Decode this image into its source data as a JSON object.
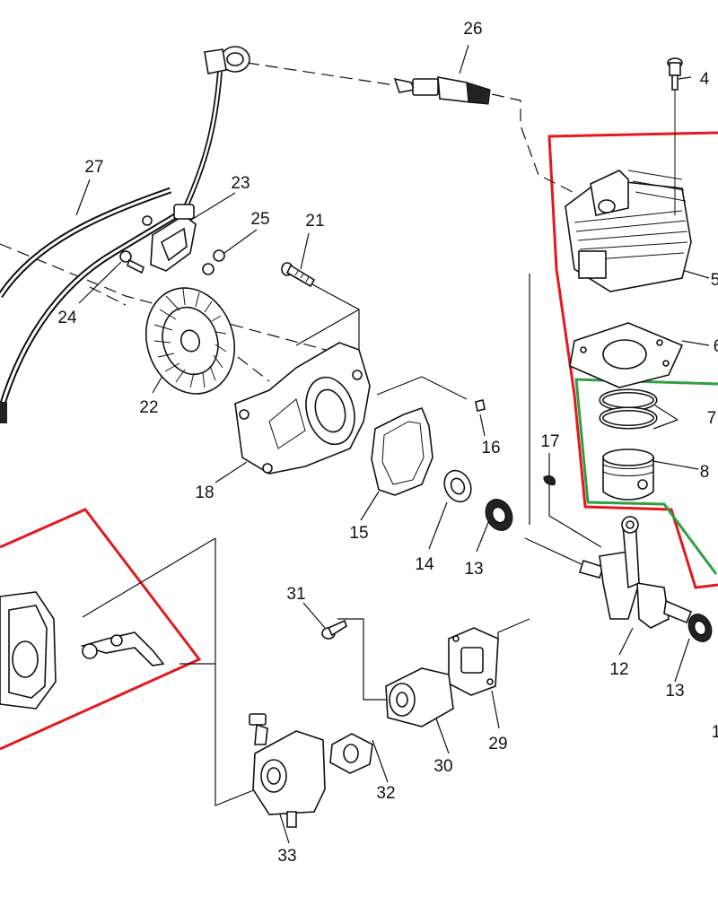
{
  "diagram": {
    "callouts": [
      {
        "id": "c26",
        "text": "26"
      },
      {
        "id": "c27",
        "text": "27"
      },
      {
        "id": "c23",
        "text": "23"
      },
      {
        "id": "c25",
        "text": "25"
      },
      {
        "id": "c21",
        "text": "21"
      },
      {
        "id": "c24",
        "text": "24"
      },
      {
        "id": "c22",
        "text": "22"
      },
      {
        "id": "c18",
        "text": "18"
      },
      {
        "id": "c16",
        "text": "16"
      },
      {
        "id": "c15",
        "text": "15"
      },
      {
        "id": "c14",
        "text": "14"
      },
      {
        "id": "c13a",
        "text": "13"
      },
      {
        "id": "c17",
        "text": "17"
      },
      {
        "id": "c12",
        "text": "12"
      },
      {
        "id": "c13b",
        "text": "13"
      },
      {
        "id": "c7",
        "text": "7"
      },
      {
        "id": "c8",
        "text": "8"
      },
      {
        "id": "c5",
        "text": "5"
      },
      {
        "id": "c6",
        "text": "6"
      },
      {
        "id": "c4",
        "text": "4"
      },
      {
        "id": "c31",
        "text": "31"
      },
      {
        "id": "c29",
        "text": "29"
      },
      {
        "id": "c30",
        "text": "30"
      },
      {
        "id": "c32",
        "text": "32"
      },
      {
        "id": "c33",
        "text": "33"
      },
      {
        "id": "c1",
        "text": "1"
      }
    ],
    "highlights": [
      {
        "id": "cylinder-group-outline",
        "color": "#e3191c"
      },
      {
        "id": "piston-group-outline",
        "color": "#2ea043"
      },
      {
        "id": "muffler-group-outline",
        "color": "#e3191c"
      }
    ]
  }
}
